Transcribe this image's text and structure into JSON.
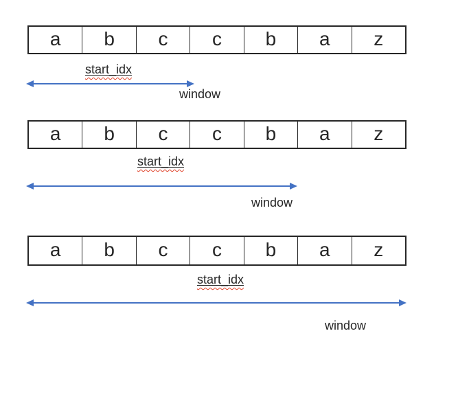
{
  "array": {
    "cells": [
      "a",
      "b",
      "c",
      "c",
      "b",
      "a",
      "z"
    ]
  },
  "rows": [
    {
      "start_label": "start_idx",
      "window_label": "window"
    },
    {
      "start_label": "start_idx",
      "window_label": "window"
    },
    {
      "start_label": "start_idx",
      "window_label": "window"
    }
  ],
  "colors": {
    "background": "#ffffff",
    "border": "#262626",
    "text": "#262626",
    "arrow": "#4472c4",
    "squiggle": "#e0432b"
  }
}
